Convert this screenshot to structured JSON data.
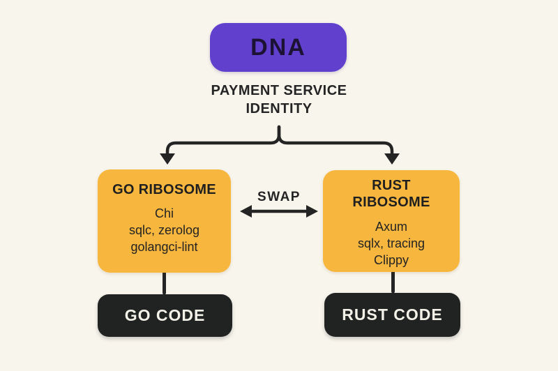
{
  "colors": {
    "background": "#F8F5ED",
    "dna_fill": "#6140CE",
    "dna_text": "#1C1234",
    "ribosome_fill": "#F7B63E",
    "code_fill": "#212322",
    "code_text": "#F4F1E9",
    "line": "#242424",
    "text": "#242424"
  },
  "dna": {
    "label": "DNA"
  },
  "identity": {
    "label": "PAYMENT SERVICE IDENTITY"
  },
  "swap": {
    "label": "SWAP"
  },
  "go_ribosome": {
    "title": "GO RIBOSOME",
    "items": [
      "Chi",
      "sqlc, zerolog",
      "golangci-lint"
    ]
  },
  "rust_ribosome": {
    "title": "RUST RIBOSOME",
    "items": [
      "Axum",
      "sqlx, tracing",
      "Clippy"
    ]
  },
  "go_code": {
    "label": "GO CODE"
  },
  "rust_code": {
    "label": "RUST CODE"
  }
}
